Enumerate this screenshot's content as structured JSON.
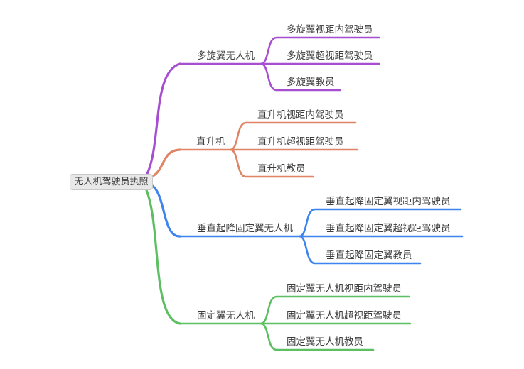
{
  "canvas": {
    "background": "#ffffff"
  },
  "root": {
    "label": "无人机驾驶员执照",
    "bg_color": "#e8e8e8",
    "border_color": "#c9c9c9",
    "text_color": "#3d3d3d"
  },
  "branches": [
    {
      "label": "多旋翼无人机",
      "color": "#a64fd0",
      "children": [
        {
          "label": "多旋翼视距内驾驶员"
        },
        {
          "label": "多旋翼超视距驾驶员"
        },
        {
          "label": "多旋翼教员"
        }
      ]
    },
    {
      "label": "直升机",
      "color": "#e08465",
      "children": [
        {
          "label": "直升机视距内驾驶员"
        },
        {
          "label": "直升机超视距驾驶员"
        },
        {
          "label": "直升机教员"
        }
      ]
    },
    {
      "label": "垂直起降固定翼无人机",
      "color": "#3d84ee",
      "children": [
        {
          "label": "垂直起降固定翼视距内驾驶员"
        },
        {
          "label": "垂直起降固定翼超视距驾驶员"
        },
        {
          "label": "垂直起降固定翼教员"
        }
      ]
    },
    {
      "label": "固定翼无人机",
      "color": "#5dbf62",
      "children": [
        {
          "label": "固定翼无人机视距内驾驶员"
        },
        {
          "label": "固定翼无人机超视距驾驶员"
        },
        {
          "label": "固定翼无人机教员"
        }
      ]
    }
  ]
}
